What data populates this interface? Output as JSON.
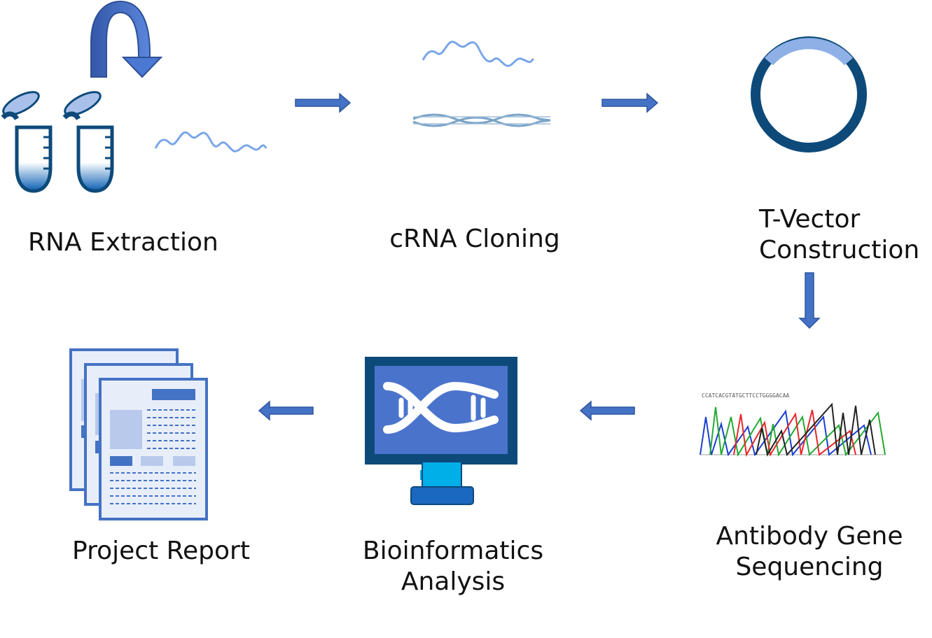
{
  "steps": [
    {
      "id": "rna-extraction",
      "lines": [
        "RNA Extraction"
      ]
    },
    {
      "id": "crna-cloning",
      "lines": [
        "cRNA Cloning"
      ]
    },
    {
      "id": "t-vector-construction",
      "lines": [
        "T-Vector",
        "Construction"
      ]
    },
    {
      "id": "antibody-gene-sequencing",
      "lines": [
        "Antibody Gene",
        "Sequencing"
      ]
    },
    {
      "id": "bioinformatics-analysis",
      "lines": [
        "Bioinformatics",
        "Analysis"
      ]
    },
    {
      "id": "project-report",
      "lines": [
        "Project Report"
      ]
    }
  ],
  "colors": {
    "arrow": "#4472c4",
    "dark_blue": "#0d4a7a",
    "light_blue": "#8fb0e6",
    "monitor_screen": "#4a74cc",
    "monitor_stand": "#00aee8",
    "doc_fill": "#e8eef9",
    "doc_border": "#4472c4"
  }
}
